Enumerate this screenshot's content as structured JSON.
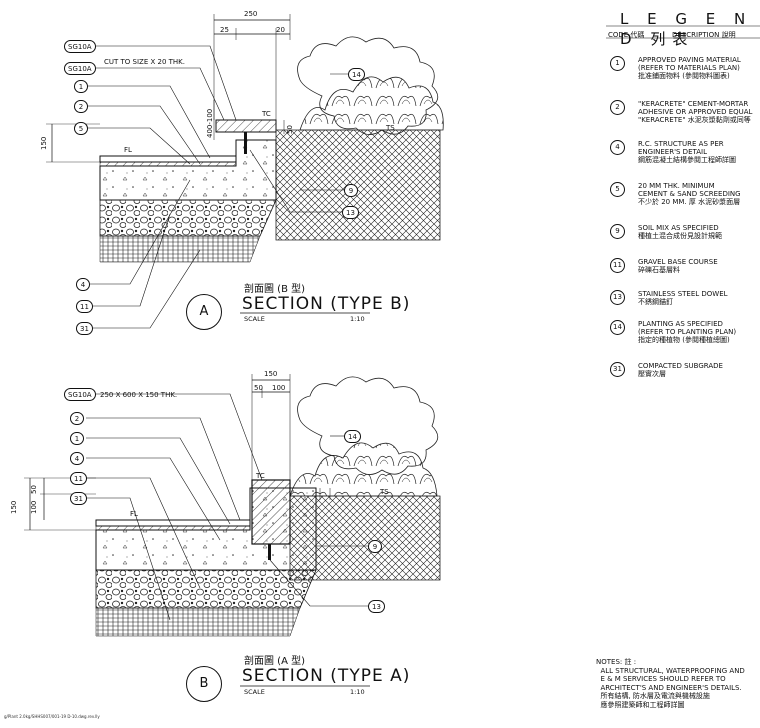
{
  "legend": {
    "title": "L E G E N D  列表",
    "col_code": "CODE 代碼",
    "col_desc": "DESCRIPTION  說明",
    "items": [
      {
        "code": "1",
        "desc": "APPROVED PAVING MATERIAL\n(REFER TO MATERIALS PLAN)\n批准鋪面物料 (參閱物料圖表)"
      },
      {
        "code": "2",
        "desc": "\"KERACRETE\" CEMENT-MORTAR\nADHESIVE OR APPROVED EQUAL\n\"KERACRETE\" 水泥灰漿黏劑或同等"
      },
      {
        "code": "4",
        "desc": "R.C. STRUCTURE AS PER\nENGINEER'S DETAIL\n鋼筋混凝土結構參閱工程師詳圖"
      },
      {
        "code": "5",
        "desc": "20 MM THK. MINIMUM\nCEMENT & SAND SCREEDING\n不少於 20 MM. 厚 水泥砂漿面層"
      },
      {
        "code": "9",
        "desc": "SOIL MIX AS SPECIFIED\n種植土混合成份見設計規範"
      },
      {
        "code": "11",
        "desc": "GRAVEL BASE COURSE\n碎礫石基層料"
      },
      {
        "code": "13",
        "desc": "STAINLESS STEEL DOWEL\n不銹鋼錨釘"
      },
      {
        "code": "14",
        "desc": "PLANTING AS SPECIFIED\n(REFER TO PLANTING PLAN)\n指定的種植物 (參閱種植總圖)"
      },
      {
        "code": "31",
        "desc": "COMPACTED SUBGRADE\n壓實次層"
      }
    ]
  },
  "notes": {
    "text": "NOTES: 註 :\n  ALL STRUCTURAL, WATERPROOFING AND\n  E & M SERVICES SHOULD REFER TO\n  ARCHITECT'S AND ENGINEER'S DETAILS.\n  所有結構, 防水層及電流與機械設施\n  應參照建築師和工程師詳圖"
  },
  "section_a": {
    "letter": "A",
    "zh": "剖面圖 (B 型)",
    "title": "SECTION (TYPE B)",
    "scale_label": "SCALE",
    "scale": "1:10",
    "callout_sg10a_1": "SG10A",
    "callout_sg10a_1_text": "",
    "callout_sg10a_2": "SG10A",
    "callout_sg10a_2_text": "CUT TO SIZE X 20 THK.",
    "bubbles_left": [
      "1",
      "2",
      "5"
    ],
    "bubbles_bottom": [
      "4",
      "11",
      "31"
    ],
    "bubble_14": "14",
    "bubble_9": "9",
    "bubble_13": "13",
    "dim_top": "250",
    "dim_25": "25",
    "dim_20": "20",
    "dim_150": "150",
    "dim_400": "400-100",
    "dim_50": "50",
    "fl": "FL",
    "tc": "TC",
    "ts": "TS"
  },
  "section_b": {
    "letter": "B",
    "zh": "剖面圖 (A 型)",
    "title": "SECTION (TYPE A)",
    "scale_label": "SCALE",
    "scale": "1:10",
    "callout_sg10a": "SG10A",
    "callout_sg10a_text": "250 X 600 X 150 THK.",
    "bubbles_left": [
      "2",
      "1",
      "4",
      "11",
      "31"
    ],
    "bubble_14": "14",
    "bubble_9": "9",
    "bubble_13": "13",
    "dim_top": "150",
    "dim_50": "50",
    "dim_100": "100",
    "dim_150": "150",
    "dim_50b": "50",
    "dim_100b": "100",
    "fl": "FL",
    "tc": "TC",
    "ts": "TS"
  },
  "footer": "g/Plant 2.0kg/SHHS007/001-19 D-10.dwg.rev.lly"
}
